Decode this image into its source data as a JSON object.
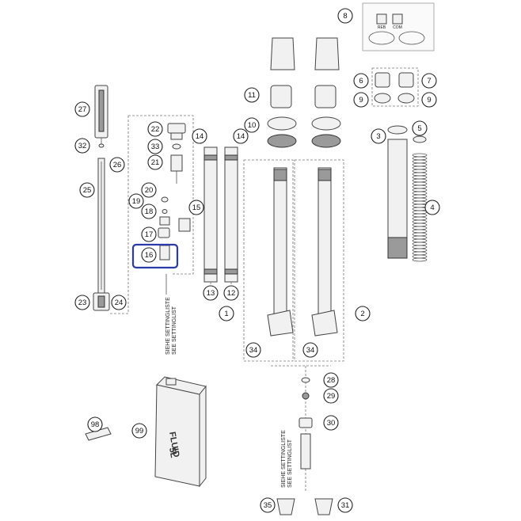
{
  "diagram": {
    "callouts": [
      "1",
      "2",
      "3",
      "4",
      "5",
      "6",
      "7",
      "8",
      "9",
      "9",
      "10",
      "11",
      "12",
      "13",
      "14",
      "14",
      "15",
      "16",
      "17",
      "18",
      "19",
      "20",
      "21",
      "22",
      "23",
      "24",
      "25",
      "26",
      "27",
      "28",
      "29",
      "30",
      "31",
      "32",
      "33",
      "34",
      "34",
      "35",
      "98",
      "99"
    ],
    "setting_list_de": "SIEHE SETTINGLISTE",
    "setting_list_en": "SEE SETTINGLIST",
    "fluid_label": "FLUID",
    "fluid_volume": "5L",
    "kit_labels": {
      "reb": "REB",
      "com": "COM"
    },
    "highlight": {
      "item": "16",
      "color": "#2b3aa8"
    }
  }
}
